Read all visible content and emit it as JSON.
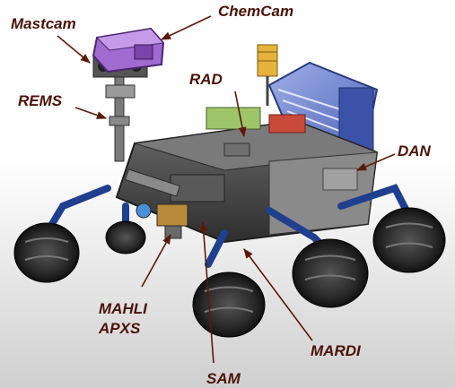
{
  "labels": {
    "mastcam": "Mastcam",
    "chemcam": "ChemCam",
    "rad": "RAD",
    "rems": "REMS",
    "dan": "DAN",
    "mahli": "MAHLI",
    "apxs": "APXS",
    "mardi": "MARDI",
    "sam": "SAM"
  },
  "colors": {
    "label_text": "#4a1208",
    "leader_line": "#5a1a0a",
    "background": "#ffffff"
  }
}
